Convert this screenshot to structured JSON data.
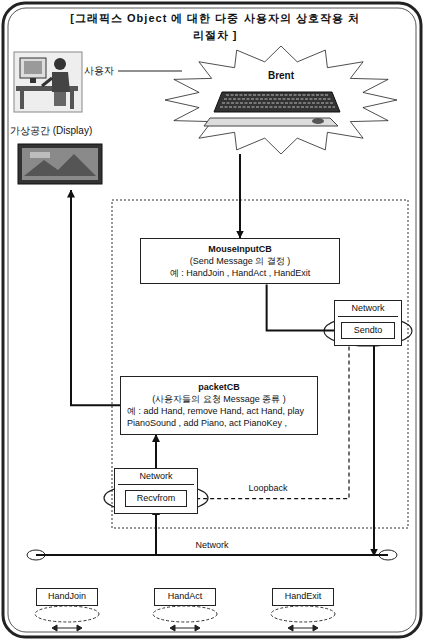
{
  "diagram": {
    "title": "[그래픽스 Object 에 대한 다중 사용자의 상호작용 처리절차 ]",
    "nodes": [
      {
        "text": [
          "Brent"
        ]
      },
      {
        "text": [
          "가상공간 (Display)"
        ]
      },
      {
        "text": [
          "MouseInputCB",
          "(Send Message 의 결정 )",
          "예 : HandJoin , HandAct , HandExit"
        ]
      },
      {
        "text": [
          "Network"
        ]
      },
      {
        "text": [
          "Sendto"
        ],
        "in": 3
      },
      {
        "text": [
          "packetCB",
          "(사용자들의 요청 Message 종류 )",
          "예 : add Hand, remove Hand, act Hand, play PianoSound , add Piano, act PianoKey ,"
        ]
      },
      {
        "text": [
          "Network"
        ]
      },
      {
        "text": [
          "Recvfrom"
        ],
        "in": 6
      },
      {
        "text": [
          "Network"
        ]
      },
      {
        "text": [
          "HandJoin"
        ]
      },
      {
        "text": [
          "HandAct"
        ]
      },
      {
        "text": [
          "HandExit"
        ]
      }
    ],
    "edges": [
      {
        "from": 0,
        "to": 2,
        "arrow": "to"
      },
      {
        "from": 2,
        "to": 4,
        "arrow": "to"
      },
      {
        "from": 4,
        "to": 8,
        "arrow": "to"
      },
      {
        "from": 8,
        "to": 7,
        "arrow": "to"
      },
      {
        "from": 4,
        "to": 7,
        "arrow": "to",
        "label": "Loopback"
      },
      {
        "from": 6,
        "to": 5,
        "arrow": "to"
      },
      {
        "from": 5,
        "to": 1,
        "arrow": "to"
      }
    ],
    "labels": [
      "사용자"
    ]
  }
}
